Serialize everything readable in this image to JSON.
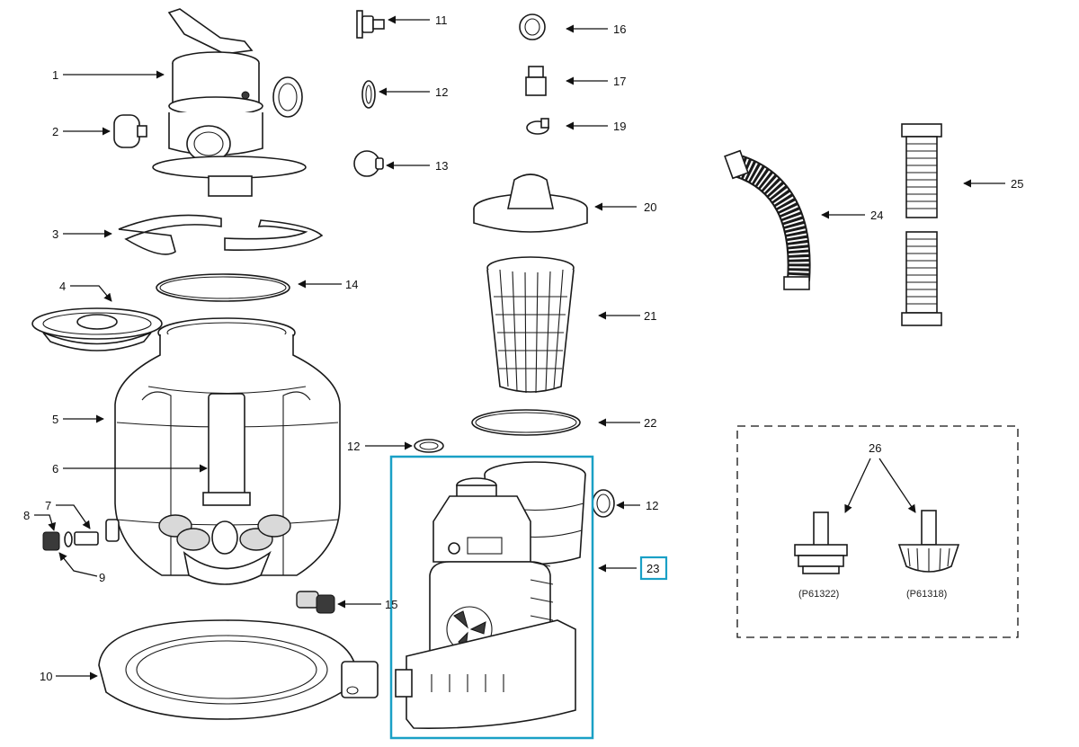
{
  "callouts": {
    "c1": "1",
    "c2": "2",
    "c3": "3",
    "c4": "4",
    "c5": "5",
    "c6": "6",
    "c7": "7",
    "c8": "8",
    "c9": "9",
    "c10": "10",
    "c11": "11",
    "c12a": "12",
    "c12b": "12",
    "c12c": "12",
    "c13": "13",
    "c14": "14",
    "c15": "15",
    "c16": "16",
    "c17": "17",
    "c19": "19",
    "c20": "20",
    "c21": "21",
    "c22": "22",
    "c23": "23",
    "c24": "24",
    "c25": "25",
    "c26": "26"
  },
  "part_codes": {
    "left": "(P61322)",
    "right": "(P61318)"
  },
  "colors": {
    "highlight": "#1aa0c6",
    "line": "#111111"
  }
}
